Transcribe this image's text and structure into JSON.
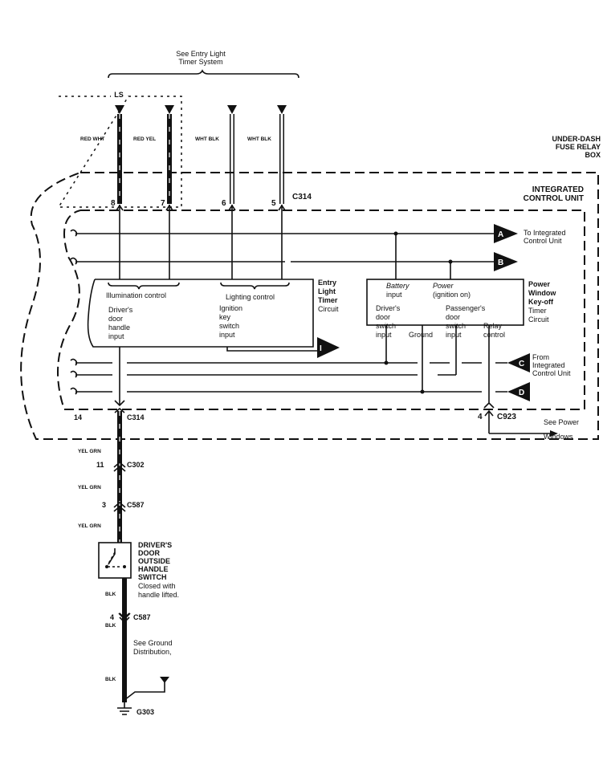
{
  "header": {
    "see_entry_line1": "See Entry Light",
    "see_entry_line2": "Timer System"
  },
  "ls_label": "LS",
  "top_wires": [
    {
      "color": "RED WHT",
      "pin": "8"
    },
    {
      "color": "RED YEL",
      "pin": "7"
    },
    {
      "color": "WHT BLK",
      "pin": "6"
    },
    {
      "color": "WHT BLK",
      "pin": "5"
    }
  ],
  "connector_top": "C314",
  "fuse_box": {
    "line1": "UNDER-DASH",
    "line2": "FUSE RELAY",
    "line3": "BOX"
  },
  "icu": {
    "line1": "INTEGRATED",
    "line2": "CONTROL UNIT"
  },
  "connectors": {
    "A": "A",
    "B": "B",
    "C": "C",
    "D": "D",
    "I": "I"
  },
  "to_icu": {
    "line1": "To Integrated",
    "line2": "Control Unit"
  },
  "from_icu": {
    "line1": "From",
    "line2": "Integrated",
    "line3": "Control Unit"
  },
  "entry_box": {
    "illumination": "Illumination control",
    "lighting": "Lighting control",
    "drivers_handle": [
      "Driver's",
      "door",
      "handle",
      "input"
    ],
    "ignition": [
      "Ignition",
      "key",
      "switch",
      "input"
    ],
    "title": [
      "Entry",
      "Light",
      "Timer",
      "Circuit"
    ]
  },
  "pw_box": {
    "battery": [
      "Battery",
      "input"
    ],
    "power": [
      "Power",
      "(ignition on)"
    ],
    "drivers": [
      "Driver's",
      "door",
      "switch",
      "input"
    ],
    "ground": "Ground",
    "passengers": [
      "Passenger's",
      "door",
      "switch",
      "input"
    ],
    "relay": [
      "Relay",
      "control"
    ],
    "title": [
      "Power",
      "Window",
      "Key-off",
      "Timer",
      "Circuit"
    ]
  },
  "c314_bottom": {
    "pin": "14",
    "name": "C314"
  },
  "c923": {
    "pin": "4",
    "name": "C923"
  },
  "see_power": {
    "line1": "See Power",
    "line2": "Windows"
  },
  "lower": {
    "wire_color1": "YEL GRN",
    "c302": {
      "pin": "11",
      "name": "C302"
    },
    "wire_color2": "YEL GRN",
    "c587a": {
      "pin": "3",
      "name": "C587"
    },
    "wire_color3": "YEL GRN",
    "switch": [
      "DRIVER'S",
      "DOOR",
      "OUTSIDE",
      "HANDLE",
      "SWITCH"
    ],
    "switch_note": [
      "Closed with",
      "handle lifted."
    ],
    "blk1": "BLK",
    "c587b": {
      "pin": "4",
      "name": "C587"
    },
    "blk2": "BLK",
    "see_ground": [
      "See Ground",
      "Distribution,"
    ],
    "blk3": "BLK",
    "ground": "G303"
  }
}
